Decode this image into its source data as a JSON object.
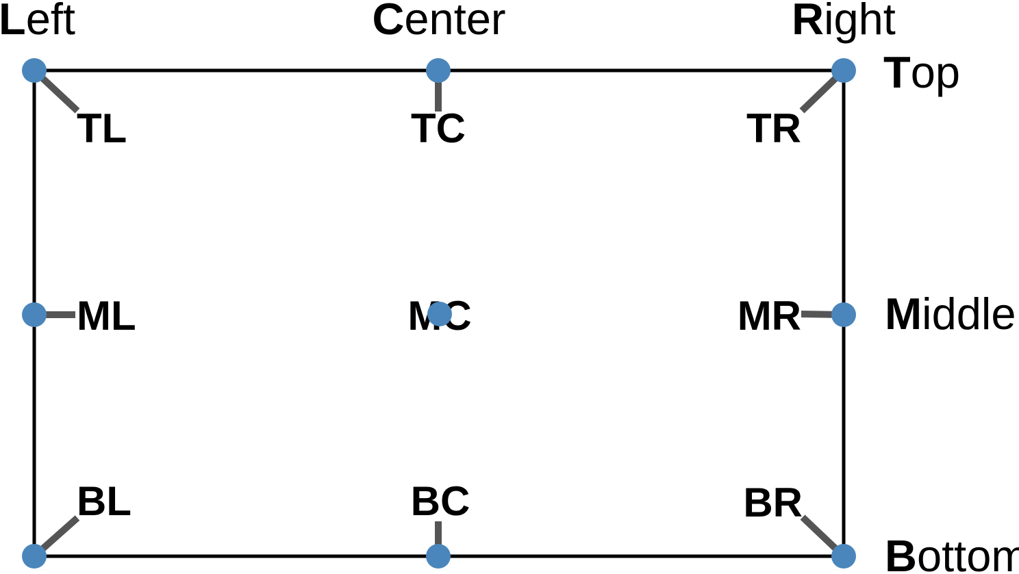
{
  "diagram": {
    "colors": {
      "dot_fill": "#4a86bb",
      "connector_stroke": "#555555",
      "frame_stroke": "#000000",
      "label_color": "#000000",
      "background": "#ffffff"
    },
    "anchor_labels": {
      "tl": "TL",
      "tc": "TC",
      "tr": "TR",
      "ml": "ML",
      "mc": "MC",
      "mr": "MR",
      "bl": "BL",
      "bc": "BC",
      "br": "BR"
    },
    "edge_labels": {
      "left": {
        "lead": "L",
        "rest": "eft"
      },
      "center": {
        "lead": "C",
        "rest": "enter"
      },
      "right": {
        "lead": "R",
        "rest": "ight"
      },
      "top": {
        "lead": "T",
        "rest": "op"
      },
      "middle": {
        "lead": "M",
        "rest": "iddle"
      },
      "bottom": {
        "lead": "B",
        "rest": "ottom"
      }
    }
  }
}
